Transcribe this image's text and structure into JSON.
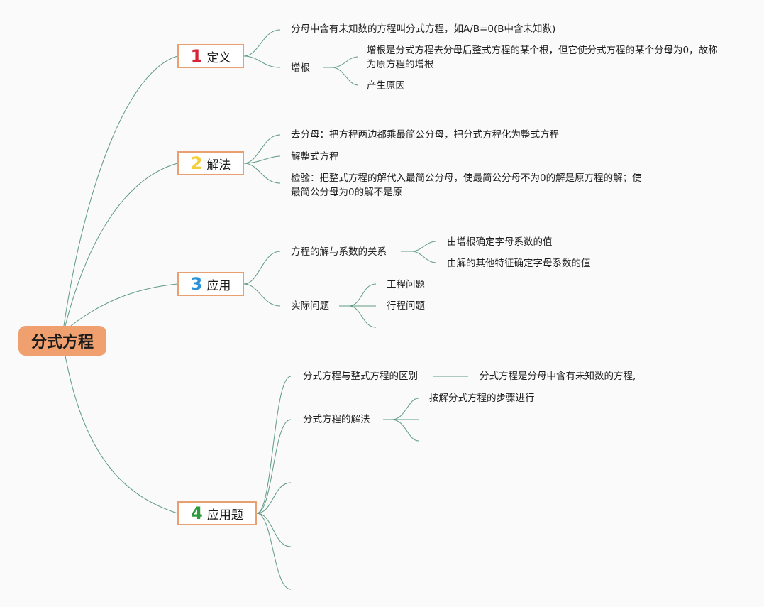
{
  "root": {
    "title": "分式方程"
  },
  "branches": [
    {
      "num": "1",
      "label": "定义",
      "num_color": "#d62338"
    },
    {
      "num": "2",
      "label": "解法",
      "num_color": "#f3cd3a"
    },
    {
      "num": "3",
      "label": "应用",
      "num_color": "#2a91d8"
    },
    {
      "num": "4",
      "label": "应用题",
      "num_color": "#2e9a3e"
    }
  ],
  "definition": {
    "item1": "分母中含有未知数的方程叫分式方程，如A/B=0(B中含未知数)",
    "item2": "增根",
    "item2_child1": "增根是分式方程去分母后整式方程的某个根，但它使分式方程的某个分母为0，故称为原方程的增根",
    "item2_child2": "产生原因"
  },
  "method": {
    "step1": "去分母：把方程两边都乘最简公分母，把分式方程化为整式方程",
    "step2": "解整式方程",
    "step3": "检验：把整式方程的解代入最简公分母，使最简公分母不为0的解是原方程的解；使最简公分母为0的解不是原"
  },
  "application": {
    "item1": "方程的解与系数的关系",
    "item1_child1": "由增根确定字母系数的值",
    "item1_child2": "由解的其他特征确定字母系数的值",
    "item2": "实际问题",
    "item2_child1": "工程问题",
    "item2_child2": "行程问题"
  },
  "word_problems": {
    "item1": "分式方程与整式方程的区别",
    "item1_child1": "分式方程是分母中含有未知数的方程,",
    "item2": "分式方程的解法",
    "item2_child1": "按解分式方程的步骤进行"
  },
  "colors": {
    "connector": "#5e9a82",
    "root_fill": "#f0a06e",
    "branch_border": "#e8a070",
    "background": "#f9faf9"
  }
}
